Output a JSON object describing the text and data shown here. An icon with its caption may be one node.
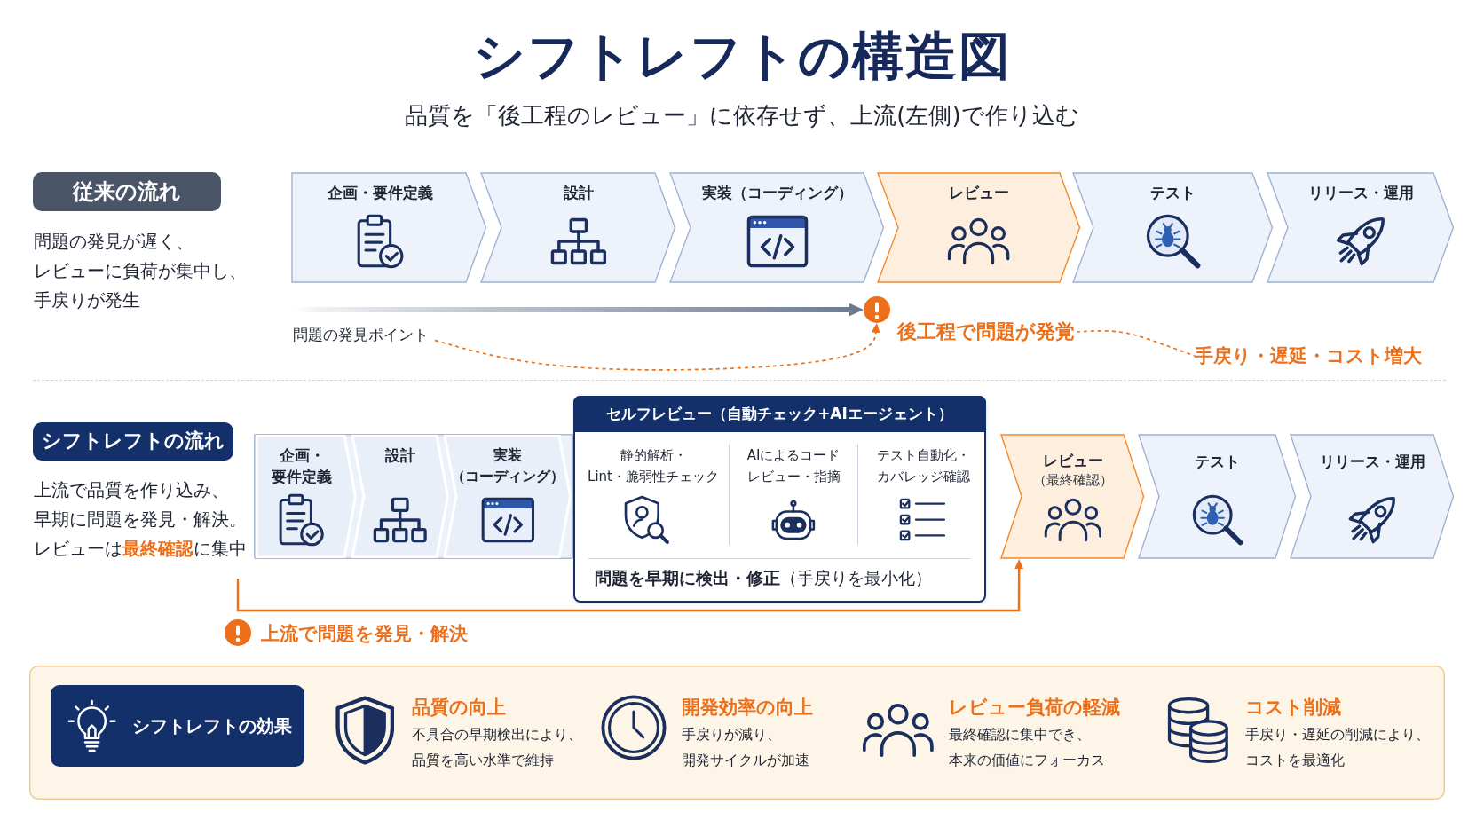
{
  "diagram": {
    "title": "シフトレフトの構造図",
    "nodes": [
      {
        "text": [
          "従来の流れ"
        ]
      },
      {
        "text": [
          "企画・要件定義"
        ]
      },
      {
        "text": [
          "設計"
        ]
      },
      {
        "text": [
          "実装（コーディング）"
        ]
      },
      {
        "text": [
          "レビュー"
        ]
      },
      {
        "text": [
          "テスト"
        ]
      },
      {
        "text": [
          "リリース・運用"
        ]
      },
      {
        "text": [],
        "shape": "circle"
      },
      {
        "text": [
          "問題の発見ポイント"
        ]
      },
      {
        "text": [
          "後工程で問題が発覚"
        ]
      },
      {
        "text": [
          "手戻り・遅延・コスト増大"
        ]
      },
      {
        "text": [
          "シフトレフトの流れ"
        ]
      },
      {
        "text": [],
        "shape": "box"
      },
      {
        "text": [
          "企画・要件定義"
        ],
        "in": 12
      },
      {
        "text": [
          "設計"
        ],
        "in": 12
      },
      {
        "text": [
          "実装（コーディング）"
        ],
        "in": 12
      },
      {
        "text": [
          "セルフレビュー（自動チェック+AIエージェント）",
          "静的解析・Lint・脆弱性チェック",
          "AIによるコードレビュー・指摘",
          "テスト自動化・カバレッジ確認",
          "**問題を早期に検出・修正**（手戻りを最小化）"
        ]
      },
      {
        "text": [
          "レビュー",
          "（最終確認）"
        ]
      },
      {
        "text": [
          "テスト"
        ]
      },
      {
        "text": [
          "リリース・運用"
        ]
      },
      {
        "text": [],
        "shape": "box"
      },
      {
        "text": [
          "シフトレフトの効果"
        ],
        "in": 20
      }
    ],
    "edges": [
      {
        "from": 8,
        "to": 7,
        "arrow": "to",
        "style": "thick",
        "color": "#6b7891"
      },
      {
        "from": 8,
        "to": 7,
        "arrow": "to",
        "style": "dashed"
      },
      {
        "from": 9,
        "to": 10,
        "arrow": "none",
        "style": "dashed"
      },
      {
        "from": null,
        "to": 17,
        "arrow": "to"
      }
    ],
    "labels": [
      "品質を「後工程のレビュー」に依存せず、上流(左側)で作り込む",
      "問題の発見が遅く、レビューに負荷が集中し、手戻りが発生",
      "上流で品質を作り込み、早期に問題を発見・解決。レビューは**最終確認**に集中",
      "上流で問題を発見・解決",
      "品質の向上",
      "不具合の早期検出により、品質を高い水準で維持",
      "開発効率の向上",
      "手戻りが減り、開発サイクルが加速",
      "レビュー負荷の軽減",
      "最終確認に集中でき、本来の価値にフォーカス",
      "コスト削減",
      "手戻り・遅延の削減により、コストを最適化"
    ]
  }
}
